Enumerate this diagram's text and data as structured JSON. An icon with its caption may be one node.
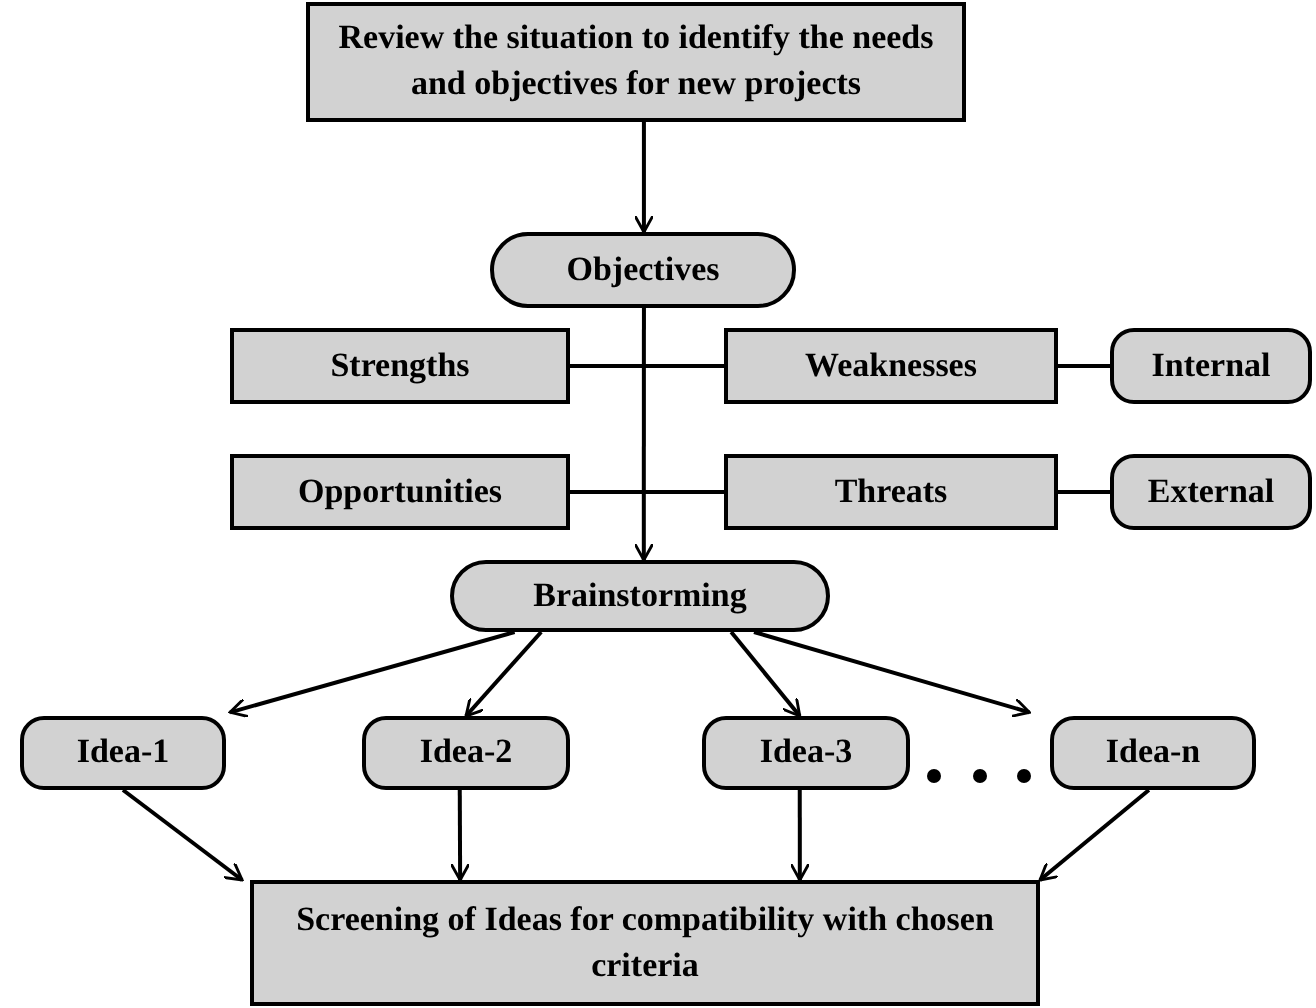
{
  "diagram": {
    "nodes": [
      {
        "text": [
          "Review the situation to identify the needs and objectives for new projects"
        ]
      },
      {
        "text": [
          "Objectives"
        ]
      },
      {
        "text": [
          "Strengths"
        ]
      },
      {
        "text": [
          "Weaknesses"
        ]
      },
      {
        "text": [
          "Internal"
        ]
      },
      {
        "text": [
          "Opportunities"
        ]
      },
      {
        "text": [
          "Threats"
        ]
      },
      {
        "text": [
          "External"
        ]
      },
      {
        "text": [
          "Brainstorming"
        ]
      },
      {
        "text": [
          "Idea-1"
        ]
      },
      {
        "text": [
          "Idea-2"
        ]
      },
      {
        "text": [
          "Idea-3"
        ]
      },
      {
        "text": [
          "Idea-n"
        ]
      },
      {
        "text": [
          "Screening of Ideas for compatibility with chosen criteria"
        ]
      }
    ],
    "edges": [
      {
        "from": 0,
        "to": 1,
        "arrow": "to"
      },
      {
        "from": 1,
        "to": 8,
        "arrow": "to"
      },
      {
        "from": 2,
        "to": 3,
        "arrow": "none"
      },
      {
        "from": 3,
        "to": 4,
        "arrow": "none"
      },
      {
        "from": 5,
        "to": 6,
        "arrow": "none"
      },
      {
        "from": 6,
        "to": 7,
        "arrow": "none"
      },
      {
        "from": 8,
        "to": 9,
        "arrow": "to"
      },
      {
        "from": 8,
        "to": 10,
        "arrow": "to"
      },
      {
        "from": 8,
        "to": 11,
        "arrow": "to"
      },
      {
        "from": 8,
        "to": 12,
        "arrow": "to"
      },
      {
        "from": 9,
        "to": 13,
        "arrow": "to"
      },
      {
        "from": 10,
        "to": 13,
        "arrow": "to"
      },
      {
        "from": 11,
        "to": 13,
        "arrow": "to"
      },
      {
        "from": 12,
        "to": 13,
        "arrow": "to"
      }
    ]
  }
}
